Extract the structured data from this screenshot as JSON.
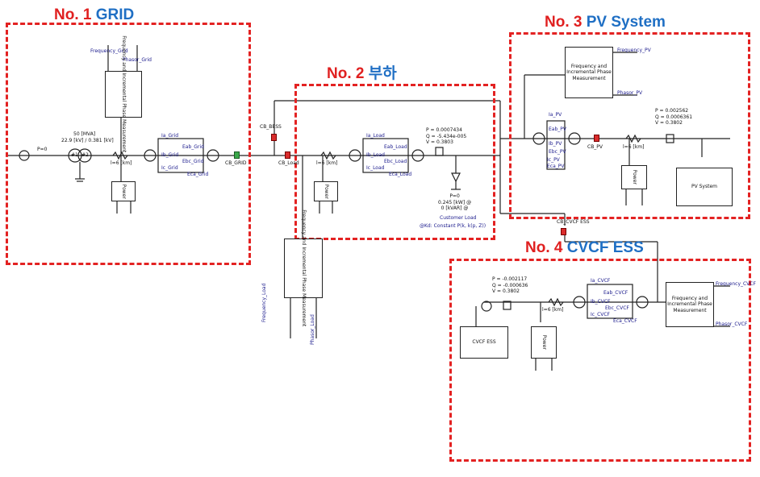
{
  "sections": {
    "grid": {
      "number": "No. 1",
      "name": "GRID"
    },
    "load": {
      "number": "No. 2",
      "name": "부하"
    },
    "pv": {
      "number": "No. 3",
      "name": "PV System"
    },
    "ess": {
      "number": "No. 4",
      "name": "CVCF ESS"
    }
  },
  "grid": {
    "freq_meter_label": "Frequency_Grid",
    "phasor_label": "Phasor_Grid",
    "measurement_block": "Frequency and Incremental Phase Measurement",
    "source_label": "P=0",
    "transformer_rating": "50 [MVA]",
    "transformer_voltage": "22.9 [kV] / 0.381 [kV]",
    "winding1": "#1",
    "winding2": "#2",
    "line_label": "l=6 [km]",
    "ia": "Ia_Grid",
    "eab": "Eab_Grid",
    "ib": "Ib_Grid",
    "ebc": "Ebc_Grid",
    "ic": "Ic_Grid",
    "eca": "Eca_Grid",
    "breaker": "CB_GRID",
    "power_block": "Power"
  },
  "load": {
    "breaker": "CB_Load",
    "breaker2": "CB_BESS",
    "line_label": "l=6 [km]",
    "ia": "Ia_Load",
    "eab": "Eab_Load",
    "ib": "Ib_Load",
    "ebc": "Ebc_Load",
    "ic": "Ic_Load",
    "eca": "Eca_Load",
    "pq": "P = 0.0007434\nQ = -5.434e-005\nV = 0.3803",
    "load_rating": "P=0\n0.245 [kW] @\n0 [kVAR] @",
    "customer_load": "Customer Load",
    "kd_label": "@Kd: Constant P(k, k(p, Z))",
    "measurement_block": "Frequency and Incremental Phase Measurement",
    "freq_meter_label": "Frequency_Load",
    "phasor_label": "Phasor_Load",
    "power_block": "Power"
  },
  "pv": {
    "freq_meter_label": "Frequency_PV",
    "phasor_label": "Phasor_PV",
    "measurement_block": "Frequency and Incremental Phase Measurement",
    "ia": "Ia_PV",
    "eab": "Eab_PV",
    "ib": "Ib_PV",
    "ebc": "Ebc_PV",
    "ic": "Ic_PV",
    "eca": "Eca_PV",
    "breaker": "CB_PV",
    "line_label": "l=6 [km]",
    "pq": "P = 0.002562\nQ = 0.0006361\nV = 0.3802",
    "system_block": "PV System",
    "power_block": "Power"
  },
  "ess": {
    "breaker": "CB_CVCF ESS",
    "pq": "P = -0.002117\nQ = -0.000636\nV = 0.3802",
    "system_block": "CVCF ESS",
    "line_label": "l=6 [km]",
    "ia": "Ia_CVCF",
    "eab": "Eab_CVCF",
    "ib": "Ib_CVCF",
    "ebc": "Ebc_CVCF",
    "ic": "Ic_CVCF",
    "eca": "Eca_CVCF",
    "measurement_block": "Frequency and Incremental Phase Measurement",
    "freq_meter_label": "Frequency_CVCF",
    "phasor_label": "Phasor_CVCF",
    "power_block": "Power"
  }
}
